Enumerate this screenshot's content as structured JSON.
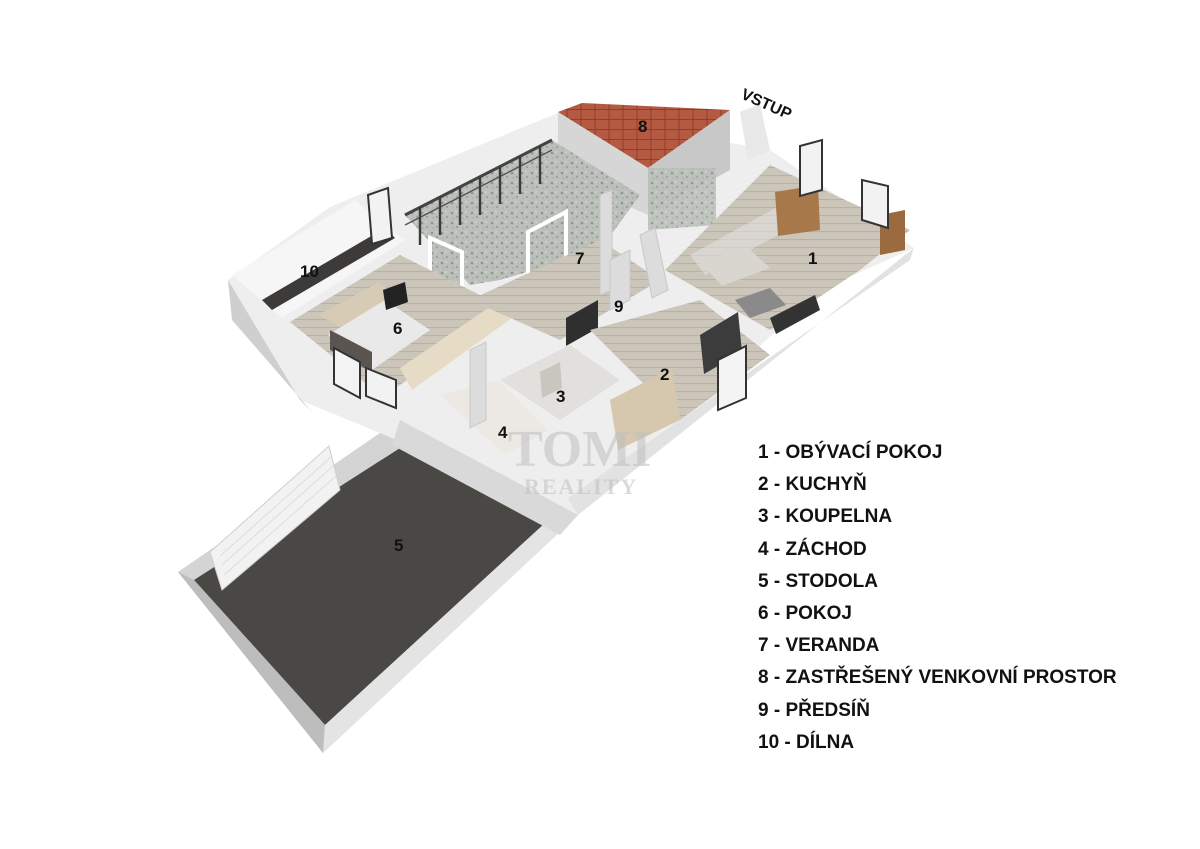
{
  "entrance_label": "VSTUP",
  "watermark": {
    "line1": "TOMI",
    "line2": "REALITY"
  },
  "room_numbers": [
    "1",
    "2",
    "3",
    "4",
    "5",
    "6",
    "7",
    "8",
    "9",
    "10"
  ],
  "legend": [
    {
      "number": "1",
      "name": "OBÝVACÍ POKOJ",
      "text": "1 - OBÝVACÍ POKOJ"
    },
    {
      "number": "2",
      "name": "KUCHYŇ",
      "text": "2 - KUCHYŇ"
    },
    {
      "number": "3",
      "name": "KOUPELNA",
      "text": "3 - KOUPELNA"
    },
    {
      "number": "4",
      "name": "ZÁCHOD",
      "text": "4 - ZÁCHOD"
    },
    {
      "number": "5",
      "name": "STODOLA",
      "text": "5 - STODOLA"
    },
    {
      "number": "6",
      "name": "POKOJ",
      "text": "6 - POKOJ"
    },
    {
      "number": "7",
      "name": "VERANDA",
      "text": "7 - VERANDA"
    },
    {
      "number": "8",
      "name": "ZASTŘEŠENÝ VENKOVNÍ PROSTOR",
      "text": "8 - ZASTŘEŠENÝ VENKOVNÍ PROSTOR"
    },
    {
      "number": "9",
      "name": "PŘEDSÍŇ",
      "text": "9 - PŘEDSÍŇ"
    },
    {
      "number": "10",
      "name": "DÍLNA",
      "text": "10 - DÍLNA"
    }
  ],
  "colors": {
    "wall_top": "#f5f5f5",
    "wall_side": "#d9d9d9",
    "wall_dark": "#bdbdbd",
    "floor_wood": "#c9c3b8",
    "floor_gravel": "#b9bdb8",
    "floor_barn": "#4a4845",
    "roof_tile": "#b85a43",
    "text": "#111111"
  }
}
